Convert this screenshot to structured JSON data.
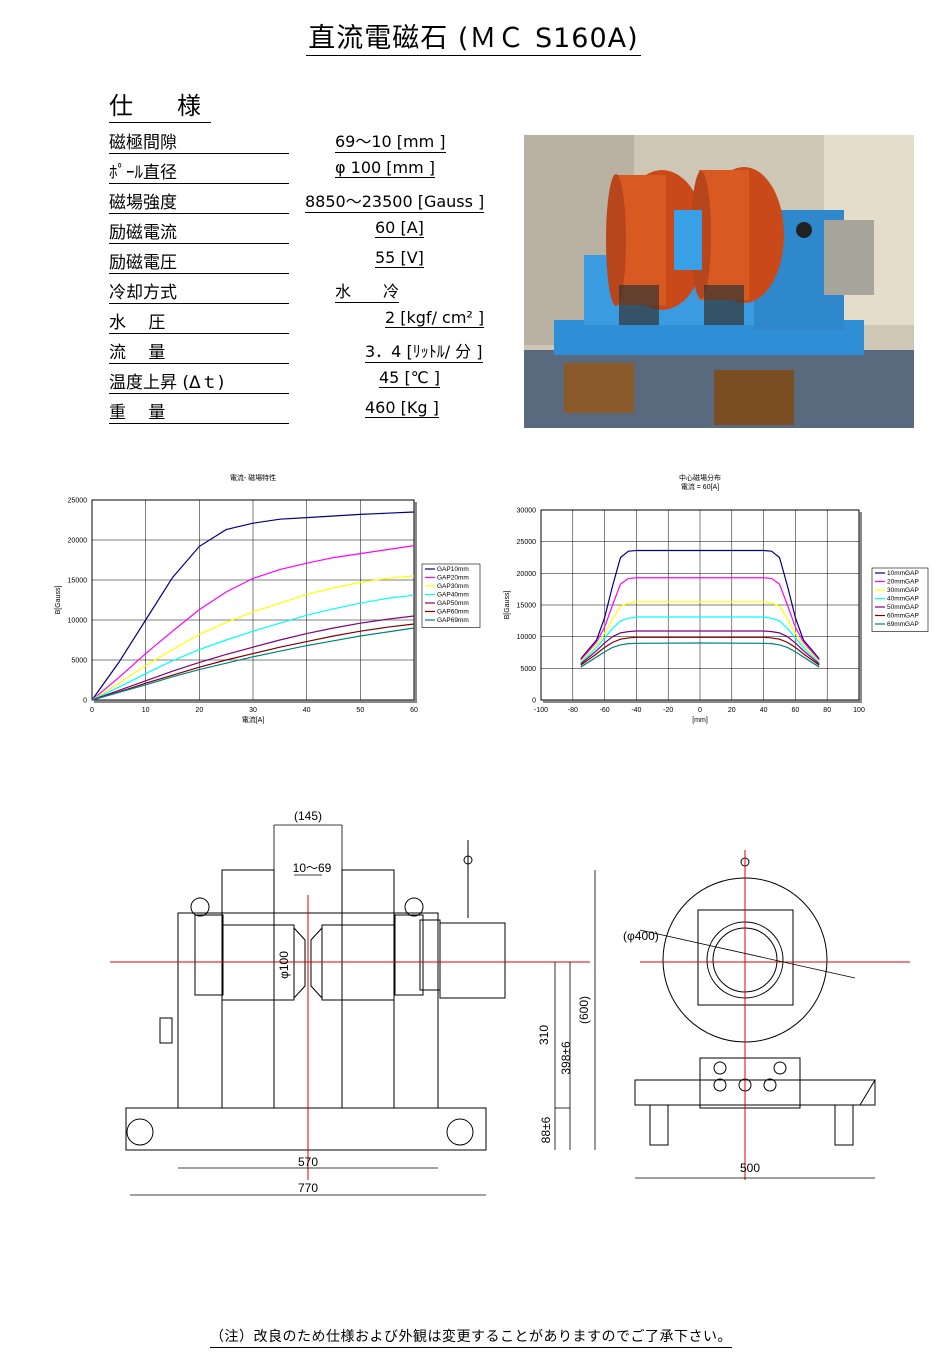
{
  "title": "直流電磁石 (ＭＣ S160A)",
  "spec_heading": "仕　様",
  "specs": [
    {
      "label": "磁極間隙",
      "value": "69～10 [mm ]"
    },
    {
      "label": "ﾎﾟｰﾙ直径",
      "value": "φ 100 [mm ]"
    },
    {
      "label": "磁場強度",
      "value": "8850～23500 [Gauss ]"
    },
    {
      "label": "励磁電流",
      "value": "60 [A]"
    },
    {
      "label": "励磁電圧",
      "value": "55 [V]"
    },
    {
      "label": "冷却方式",
      "value": "水　　冷"
    },
    {
      "label": "水　 圧",
      "value": "2 [kgf/ cm² ]"
    },
    {
      "label": "流　 量",
      "value": "3．4 [ﾘｯﾄﾙ/ 分 ]"
    },
    {
      "label": "温度上昇 (Δｔ)",
      "value": "45 [℃ ]"
    },
    {
      "label": "重　 量",
      "value": "460 [Kg ]"
    }
  ],
  "photo": {
    "alt_icon": "electromagnet-photo"
  },
  "colors": {
    "series": [
      "#000080",
      "#ff00ff",
      "#ffff00",
      "#00ffff",
      "#800080",
      "#800000",
      "#008080"
    ],
    "photo_bg": "#c9c1ad",
    "magnet_coil": "#d2501f",
    "frame_blue": "#2f8fd6"
  },
  "chart_data": [
    {
      "type": "line",
      "title": "電流- 磁場特性",
      "xlabel": "電流[A]",
      "ylabel": "B[Gauss]",
      "xlim": [
        0,
        60
      ],
      "ylim": [
        0,
        25000
      ],
      "xticks": [
        "0",
        "10",
        "20",
        "30",
        "40",
        "50",
        "60"
      ],
      "yticks": [
        "0",
        "5000",
        "10000",
        "15000",
        "20000",
        "25000"
      ],
      "grid": true,
      "legend": "right",
      "x": [
        0,
        5,
        10,
        15,
        20,
        25,
        30,
        35,
        40,
        45,
        50,
        55,
        60
      ],
      "series": [
        {
          "name": "GAP10mm",
          "values": [
            0,
            4700,
            10000,
            15300,
            19200,
            21300,
            22100,
            22600,
            22800,
            23000,
            23200,
            23350,
            23500
          ]
        },
        {
          "name": "GAP20mm",
          "values": [
            0,
            2800,
            5800,
            8600,
            11300,
            13500,
            15200,
            16300,
            17100,
            17800,
            18300,
            18800,
            19300
          ]
        },
        {
          "name": "GAP30mm",
          "values": [
            0,
            2100,
            4300,
            6300,
            8200,
            9700,
            11000,
            12100,
            13200,
            14000,
            14700,
            15200,
            15500
          ]
        },
        {
          "name": "GAP40mm",
          "values": [
            0,
            1600,
            3300,
            4900,
            6300,
            7500,
            8600,
            9600,
            10600,
            11400,
            12100,
            12700,
            13100
          ]
        },
        {
          "name": "GAP50mm",
          "values": [
            0,
            1200,
            2400,
            3600,
            4700,
            5700,
            6600,
            7500,
            8300,
            9000,
            9600,
            10100,
            10500
          ]
        },
        {
          "name": "GAP60mm",
          "values": [
            0,
            1000,
            2100,
            3100,
            4100,
            5000,
            5800,
            6600,
            7300,
            8000,
            8600,
            9100,
            9500
          ]
        },
        {
          "name": "GAP69mm",
          "values": [
            0,
            950,
            1900,
            2900,
            3800,
            4600,
            5400,
            6100,
            6800,
            7400,
            8000,
            8500,
            9000
          ]
        }
      ]
    },
    {
      "type": "line",
      "title": "中心磁場分布",
      "subtitle": "電流 = 60[A]",
      "xlabel": "[mm]",
      "ylabel": "B[Gauss]",
      "xlim": [
        -100,
        100
      ],
      "ylim": [
        0,
        30000
      ],
      "xticks": [
        "-100",
        "-80",
        "-60",
        "-40",
        "-20",
        "0",
        "20",
        "40",
        "60",
        "80",
        "100"
      ],
      "yticks": [
        "0",
        "5000",
        "10000",
        "15000",
        "20000",
        "25000",
        "30000"
      ],
      "grid": true,
      "legend": "right",
      "x": [
        -75,
        -65,
        -60,
        -55,
        -50,
        -45,
        -40,
        0,
        40,
        45,
        50,
        55,
        60,
        65,
        75
      ],
      "series": [
        {
          "name": "10mmGAP",
          "values": [
            6500,
            9500,
            13000,
            18000,
            22500,
            23500,
            23600,
            23600,
            23600,
            23500,
            22500,
            18000,
            13000,
            9500,
            6500
          ]
        },
        {
          "name": "20mmGAP",
          "values": [
            6300,
            9200,
            11500,
            15000,
            18300,
            19200,
            19300,
            19300,
            19300,
            19200,
            18300,
            15000,
            11500,
            9200,
            6300
          ]
        },
        {
          "name": "30mmGAP",
          "values": [
            6100,
            8800,
            10500,
            12800,
            14800,
            15300,
            15500,
            15500,
            15500,
            15300,
            14800,
            12800,
            10500,
            8800,
            6100
          ]
        },
        {
          "name": "40mmGAP",
          "values": [
            5900,
            8300,
            9800,
            11300,
            12500,
            12900,
            13100,
            13100,
            13100,
            12900,
            12500,
            11300,
            9800,
            8300,
            5900
          ]
        },
        {
          "name": "50mmGAP",
          "values": [
            5700,
            7800,
            9000,
            10000,
            10600,
            10800,
            10900,
            10900,
            10900,
            10800,
            10600,
            10000,
            9000,
            7800,
            5700
          ]
        },
        {
          "name": "60mmGAP",
          "values": [
            5500,
            7300,
            8300,
            9100,
            9600,
            9800,
            9900,
            9900,
            9900,
            9800,
            9600,
            9100,
            8300,
            7300,
            5500
          ]
        },
        {
          "name": "69mmGAP",
          "values": [
            5200,
            6800,
            7600,
            8300,
            8700,
            8900,
            8950,
            9000,
            8950,
            8900,
            8700,
            8300,
            7600,
            6800,
            5200
          ]
        }
      ]
    }
  ],
  "drawing": {
    "dim_145": "(145)",
    "dim_gap": "10～69",
    "dim_phi100": "φ100",
    "dim_310": "310",
    "dim_398": "398±6",
    "dim_600": "(600)",
    "dim_88": "88±6",
    "dim_570": "570",
    "dim_770": "770",
    "dim_phi400": "(φ400)",
    "dim_500": "500"
  },
  "note": "（注）改良のため仕様および外観は変更することがありますのでご了承下さい。"
}
